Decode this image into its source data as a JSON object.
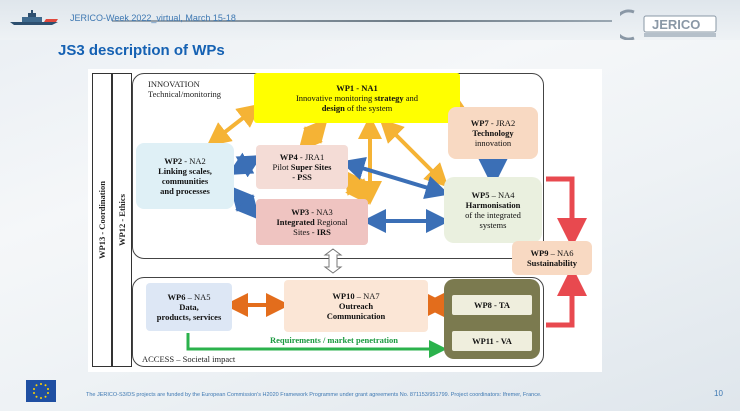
{
  "header": {
    "event_text": "JERICO-Week 2022_virtual, March 15-18",
    "logo_text": "JERICO"
  },
  "slide": {
    "title": "JS3 description of WPs"
  },
  "diagram": {
    "side_labels": {
      "wp13": "WP13 - Coordination",
      "wp12": "WP12 - Ethics"
    },
    "innovation_zone": {
      "line1": "INNOVATION",
      "line2": "Technical/monitoring"
    },
    "access_zone": {
      "label": "ACCESS – Societal impact"
    },
    "wp1": {
      "title": "WP1 - NA1",
      "desc1": "Innovative monitoring",
      "desc2": "strategy",
      "desc3": " and",
      "desc4": "design",
      "desc5": " of the system"
    },
    "wp2": {
      "title": "WP2",
      "suffix": " - NA2",
      "line1": "Linking scales,",
      "line2": "communities",
      "line3": "and processes"
    },
    "wp4": {
      "title": "WP4",
      "suffix": " - JRA1",
      "line1": "Pilot ",
      "line1b": "Super Sites",
      "line2": "- PSS"
    },
    "wp3": {
      "title": "WP3",
      "suffix": " - NA3",
      "line1": "Integrated",
      "line1b": " Regional",
      "line2": "Sites - ",
      "line2b": "IRS"
    },
    "wp7": {
      "title": "WP7",
      "suffix": " - JRA2",
      "line1": "Technology",
      "line2": "innovation"
    },
    "wp5": {
      "title": "WP5",
      "suffix": " – NA4",
      "line1": "Harmonisation",
      "line2": "of the integrated",
      "line3": "systems"
    },
    "wp9": {
      "title": "WP9",
      "suffix": " – NA6",
      "line1": "Sustainability"
    },
    "wp6": {
      "title": "WP6",
      "suffix": " – NA5",
      "line1": "Data,",
      "line2": "products, services"
    },
    "wp10": {
      "title": "WP10",
      "suffix": " – NA7",
      "line1": "Outreach",
      "line2": "Communication"
    },
    "wp8": {
      "title": "WP8 - TA"
    },
    "wp11": {
      "title": "WP11 - VA"
    },
    "requirements": "Requirements / market penetration",
    "colors": {
      "orange_arrow": "#f5b335",
      "blue_arrow": "#3b6fb6",
      "red_arrow": "#e8494f",
      "green_arrow": "#2bb24c",
      "dark_orange_arrow": "#e36d1c"
    }
  },
  "footer": {
    "text": "The JERICO-S3/DS projects are funded by the European Commission's H2020 Framework Programme under grant agreements No. 871153/951799. Project coordinators: Ifremer, France.",
    "page_number": "10"
  }
}
